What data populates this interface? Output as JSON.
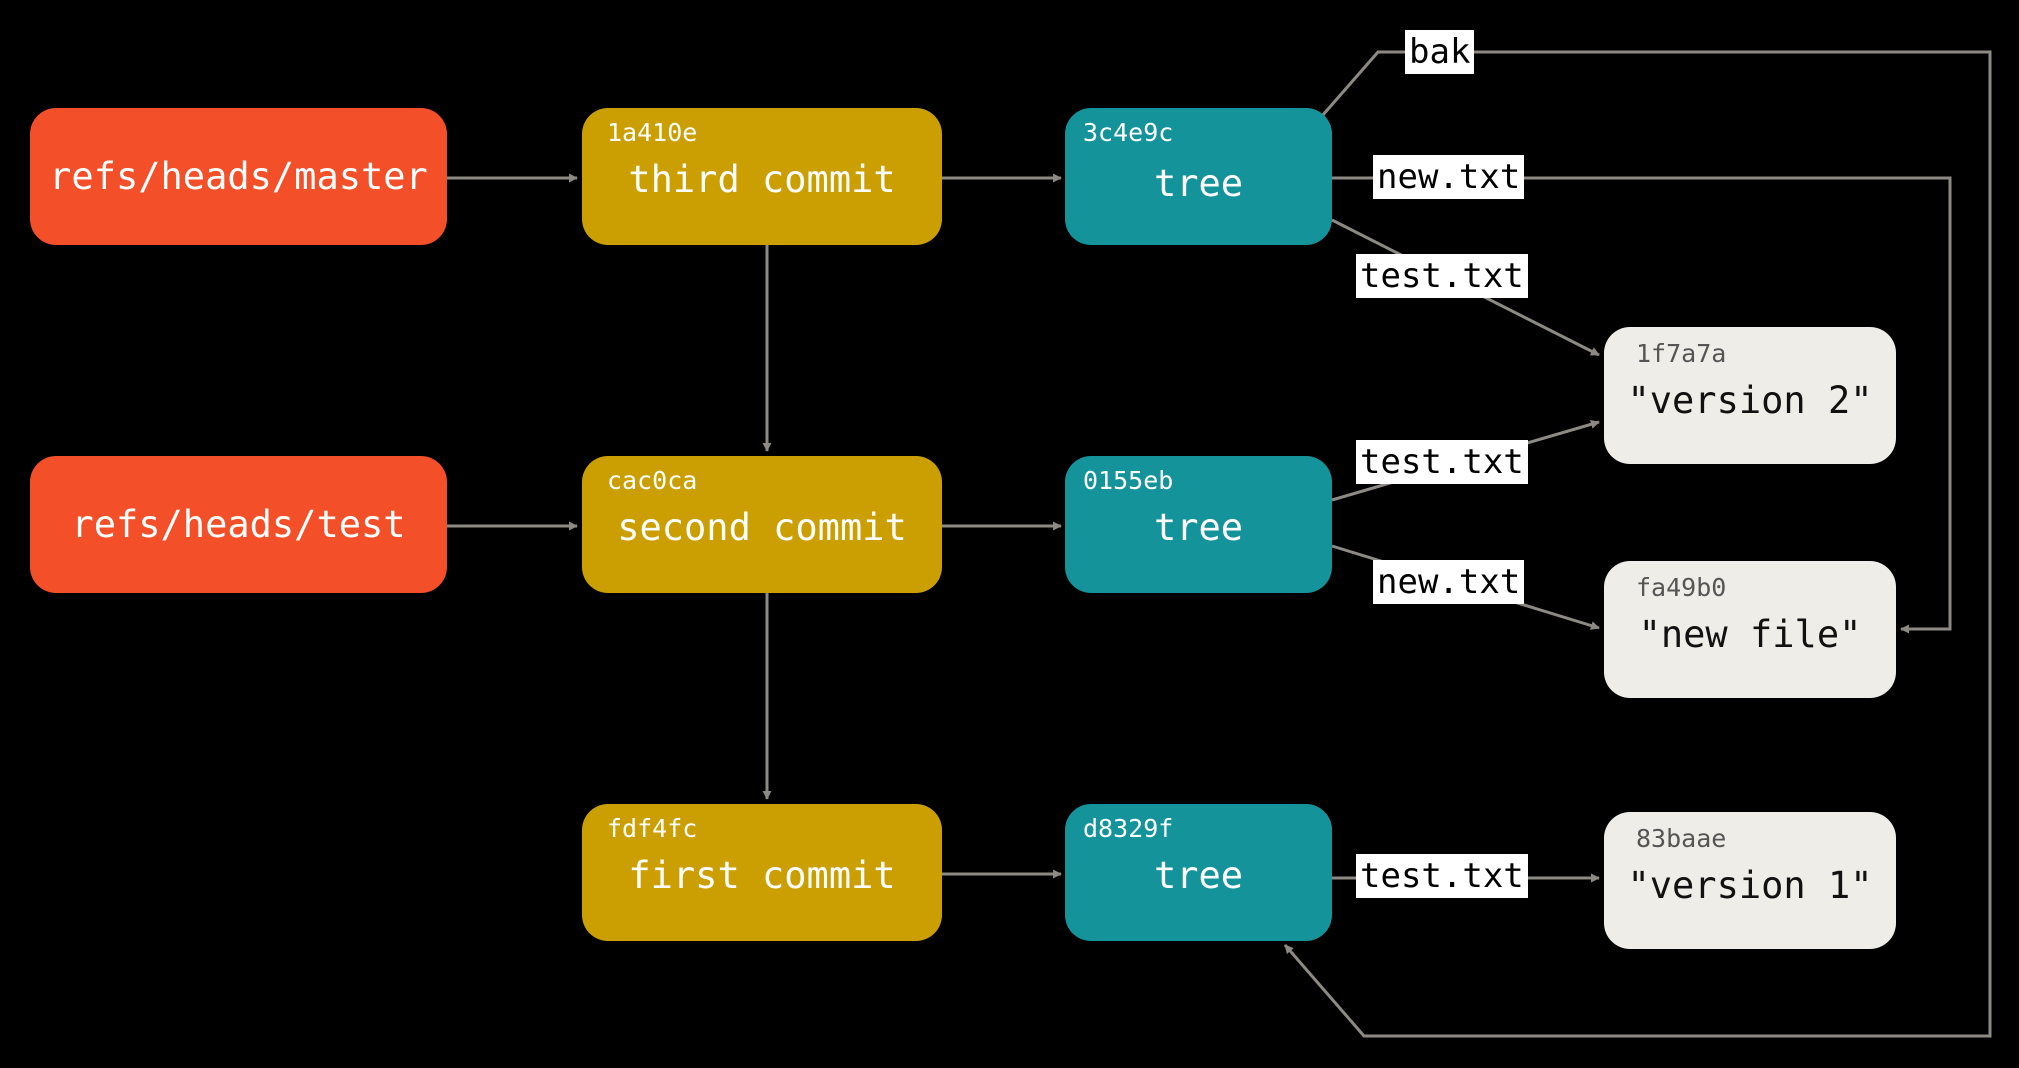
{
  "colors": {
    "background": "#000000",
    "ref": "#f34f29",
    "commit": "#cb9f01",
    "tree": "#15939b",
    "blob": "#eeede8",
    "arrow": "#8d8a83"
  },
  "refs": {
    "master": {
      "label": "refs/heads/master"
    },
    "test": {
      "label": "refs/heads/test"
    }
  },
  "commits": {
    "third": {
      "hash": "1a410e",
      "label": "third commit"
    },
    "second": {
      "hash": "cac0ca",
      "label": "second commit"
    },
    "first": {
      "hash": "fdf4fc",
      "label": "first commit"
    }
  },
  "trees": {
    "t3": {
      "hash": "3c4e9c",
      "label": "tree"
    },
    "t2": {
      "hash": "0155eb",
      "label": "tree"
    },
    "t1": {
      "hash": "d8329f",
      "label": "tree"
    }
  },
  "blobs": {
    "v2": {
      "hash": "1f7a7a",
      "label": "\"version 2\""
    },
    "newfile": {
      "hash": "fa49b0",
      "label": "\"new file\""
    },
    "v1": {
      "hash": "83baae",
      "label": "\"version 1\""
    }
  },
  "edge_labels": {
    "bak": "bak",
    "t3_new": "new.txt",
    "t3_test": "test.txt",
    "t2_test": "test.txt",
    "t2_new": "new.txt",
    "t1_test": "test.txt"
  }
}
